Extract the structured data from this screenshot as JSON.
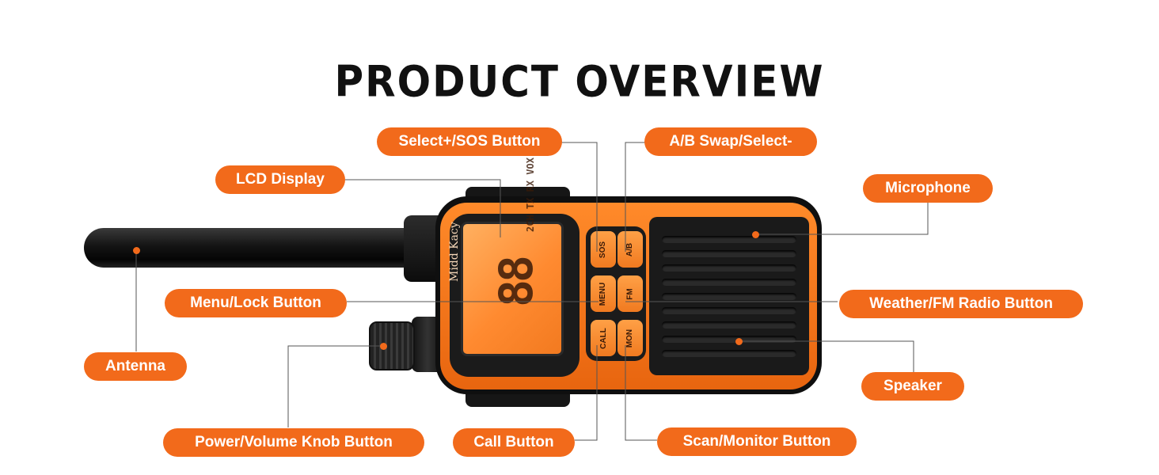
{
  "title": "PRODUCT OVERVIEW",
  "accent_color": "#f26a1b",
  "device": {
    "brand": "Midd Kacy",
    "lcd_digits": "88",
    "lcd_indicators": "2CH TX RX VOX",
    "keys": {
      "sos": "SOS",
      "ab": "A/B",
      "menu": "MENU",
      "fm": "FM",
      "call": "CALL",
      "mon": "MON"
    }
  },
  "labels": {
    "select_sos": "Select+/SOS Button",
    "ab_swap": "A/B Swap/Select-",
    "lcd_display": "LCD Display",
    "microphone": "Microphone",
    "menu_lock": "Menu/Lock Button",
    "weather_fm": "Weather/FM Radio Button",
    "antenna": "Antenna",
    "speaker": "Speaker",
    "power_volume": "Power/Volume Knob Button",
    "call_button": "Call Button",
    "scan_monitor": "Scan/Monitor Button"
  }
}
